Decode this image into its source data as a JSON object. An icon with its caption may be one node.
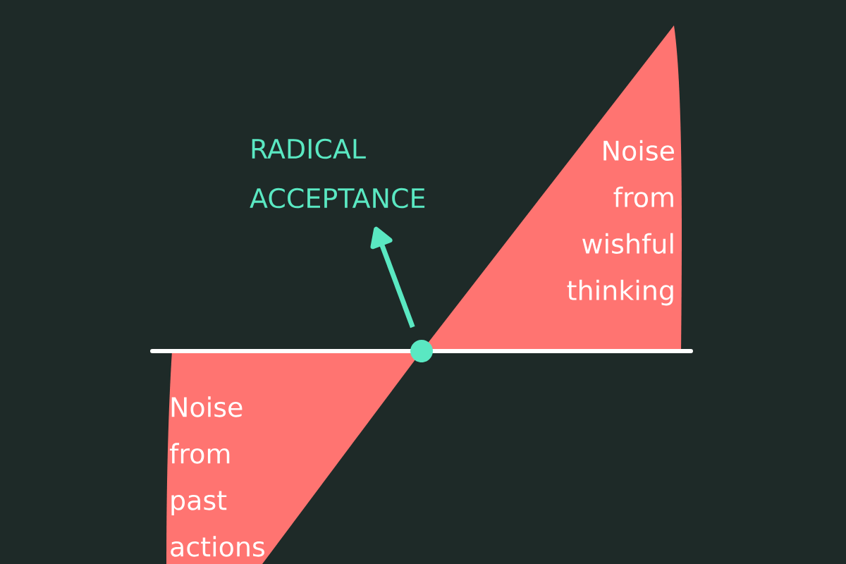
{
  "diagram": {
    "nodes": [
      {
        "text": [
          "Noise from wishful thinking"
        ]
      },
      {
        "text": [
          "RADICAL ACCEPTANCE"
        ]
      },
      {
        "text": [],
        "shape": "circle"
      },
      {
        "text": [
          "Noise from past actions"
        ]
      }
    ],
    "edges": [
      {
        "from": 2,
        "to": 1,
        "arrow": "to"
      }
    ]
  }
}
